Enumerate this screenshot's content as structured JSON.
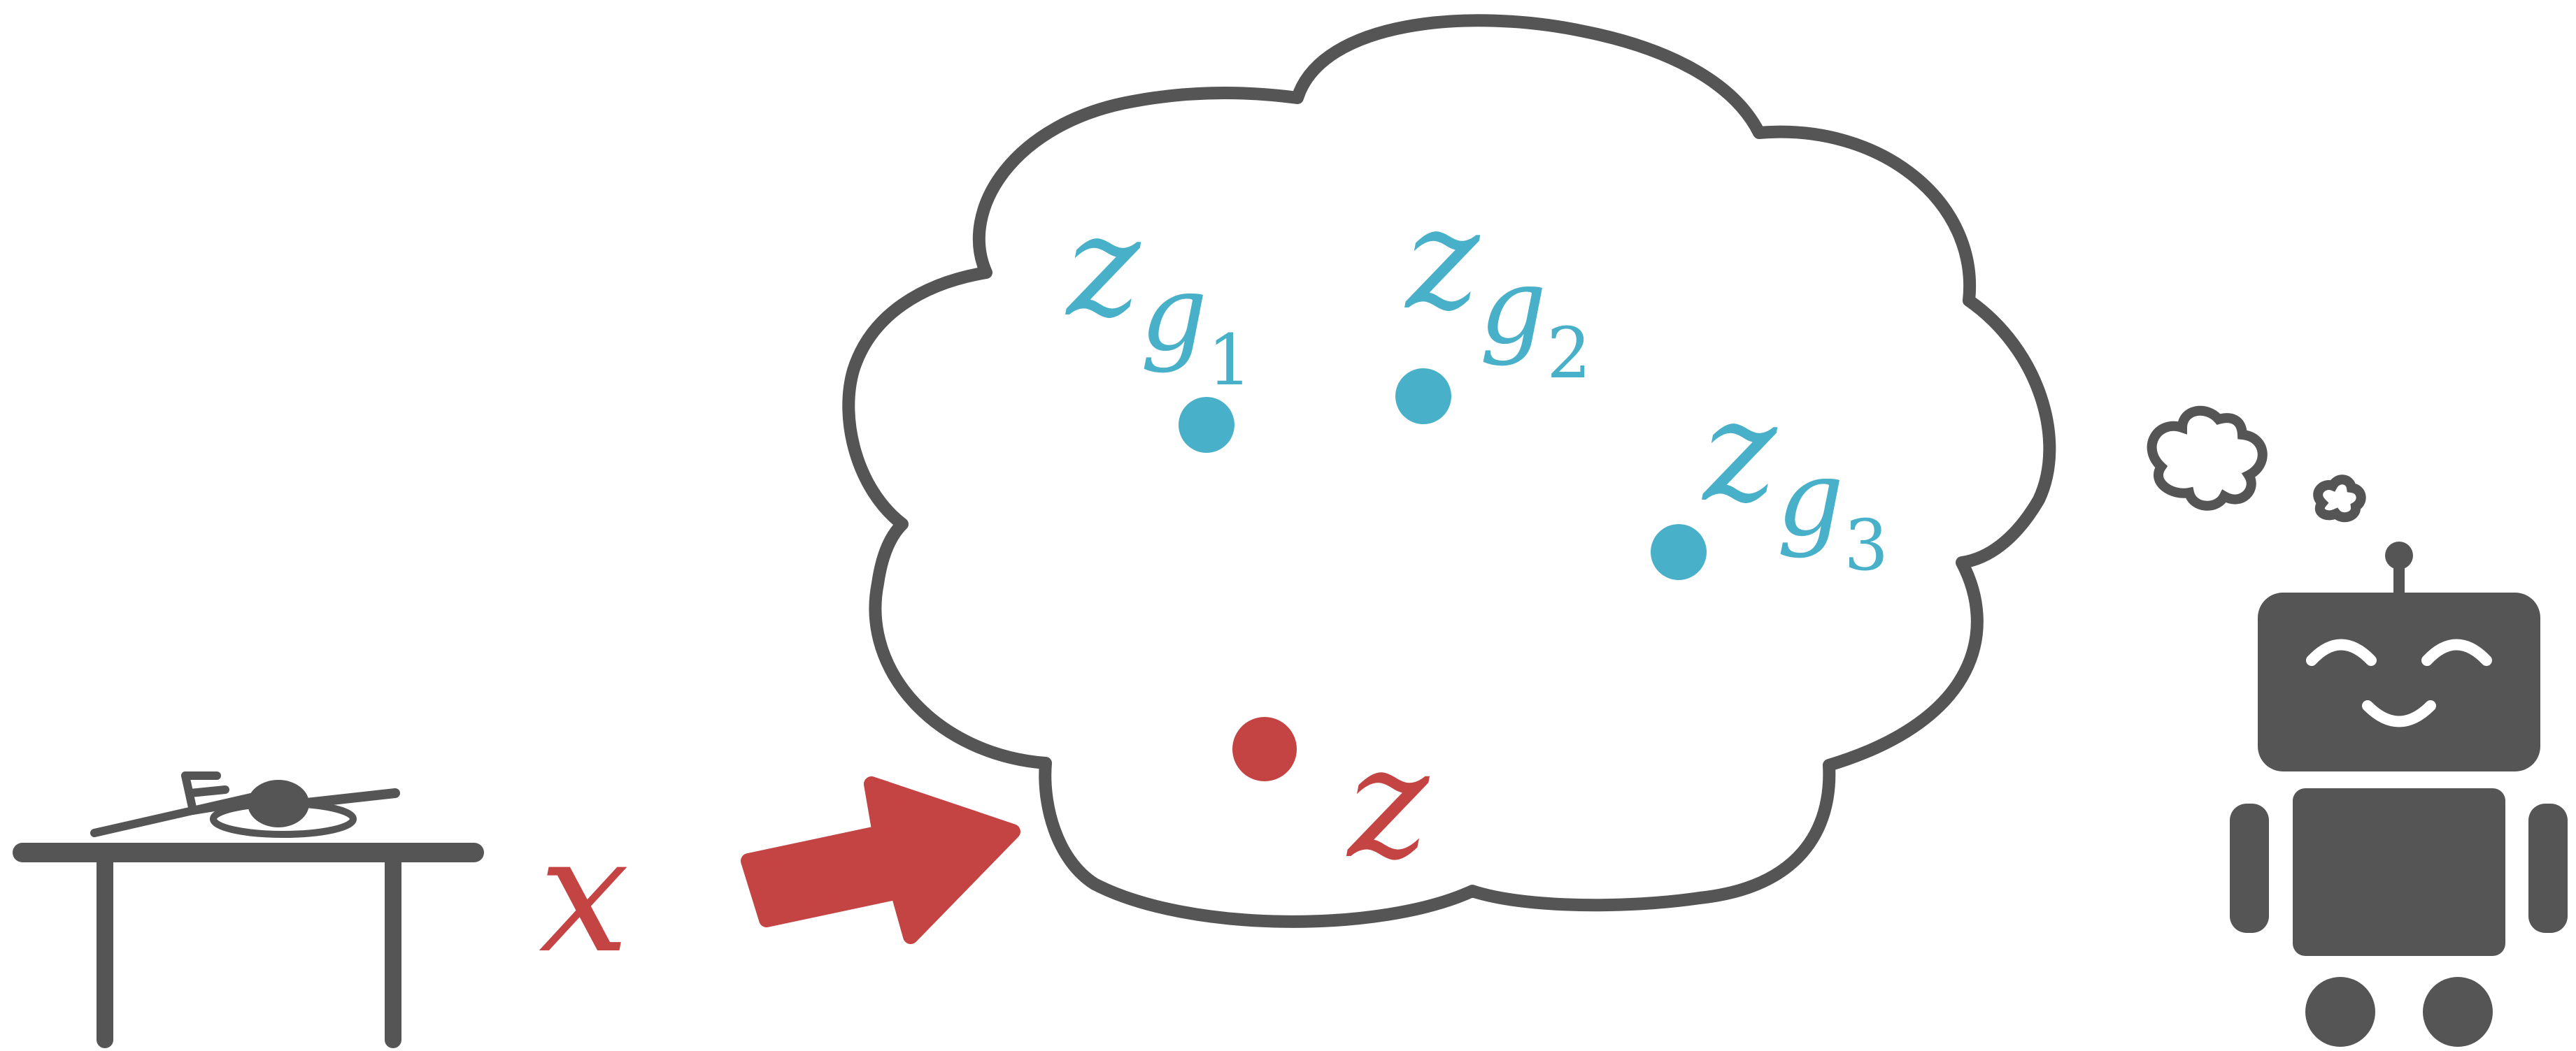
{
  "colors": {
    "ink": "#555555",
    "teal": "#48b0c8",
    "red": "#c44343",
    "white": "#ffffff"
  },
  "input": {
    "symbol": "x",
    "icons": [
      "table-icon",
      "fork-icon",
      "bowl-icon",
      "spoon-icon"
    ]
  },
  "arrow": {
    "icon": "right-arrow-icon"
  },
  "latent_cloud": {
    "icon": "thought-cloud-icon",
    "goal_points": [
      {
        "base": "z",
        "sub_base": "g",
        "index": "1"
      },
      {
        "base": "z",
        "sub_base": "g",
        "index": "2"
      },
      {
        "base": "z",
        "sub_base": "g",
        "index": "3"
      }
    ],
    "current_point": {
      "label": "z"
    }
  },
  "agent": {
    "icons": [
      "robot-icon",
      "small-thought-bubble-icon"
    ]
  }
}
